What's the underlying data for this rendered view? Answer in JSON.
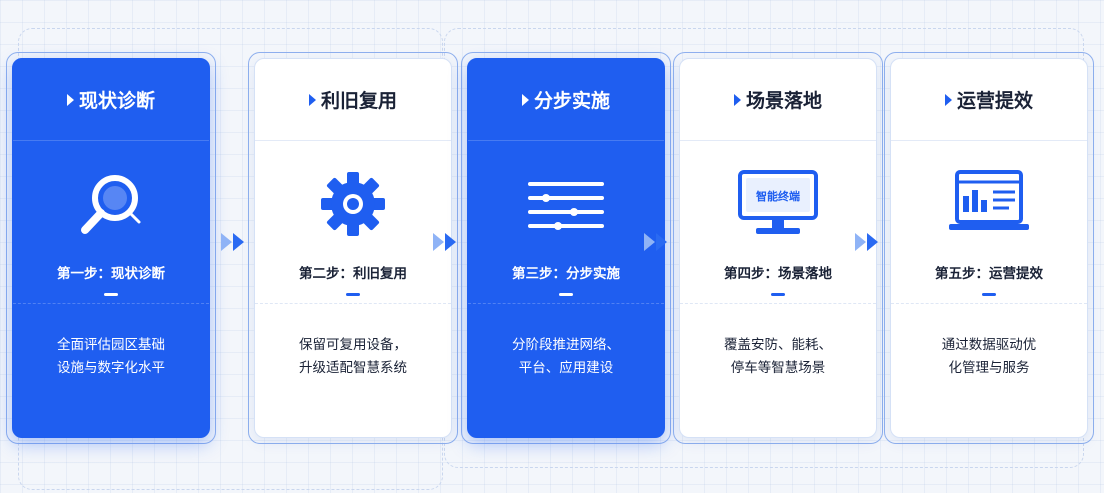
{
  "colors": {
    "accent": "#1f5ef0",
    "text": "#1a2236",
    "background": "#f3f6fb"
  },
  "stages": [
    {
      "title": "现状诊断",
      "step": "第一步：现状诊断",
      "desc": [
        "全面评估园区基础",
        "设施与数字化水平"
      ],
      "icon": "magnifier-icon",
      "active": true
    },
    {
      "title": "利旧复用",
      "step": "第二步：利旧复用",
      "desc": [
        "保留可复用设备，",
        "升级适配智慧系统"
      ],
      "icon": "gear-icon",
      "active": false
    },
    {
      "title": "分步实施",
      "step": "第三步：分步实施",
      "desc": [
        "分阶段推进网络、",
        "平台、应用建设"
      ],
      "icon": "timeline-bars-icon",
      "active": true
    },
    {
      "title": "场景落地",
      "step": "第四步：场景落地",
      "desc": [
        "覆盖安防、能耗、",
        "停车等智慧场景"
      ],
      "icon": "smart-terminal-icon",
      "icon_text": "智能终端",
      "active": false
    },
    {
      "title": "运营提效",
      "step": "第五步：运营提效",
      "desc": [
        "通过数据驱动优",
        "化管理与服务"
      ],
      "icon": "dashboard-monitor-icon",
      "active": false
    }
  ]
}
